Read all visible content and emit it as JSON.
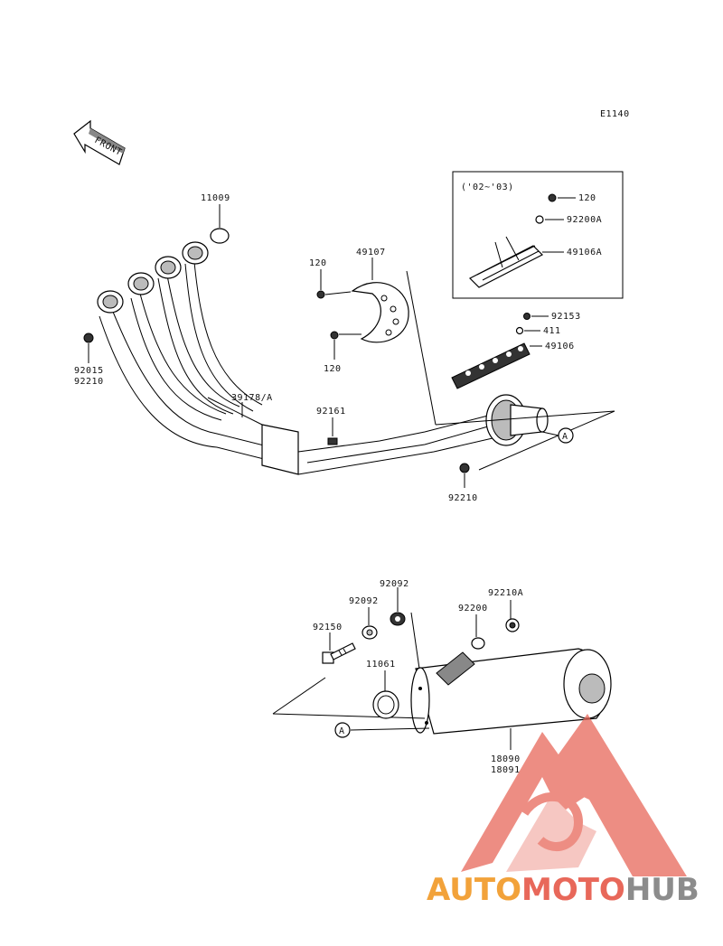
{
  "diagram_code": "E1140",
  "front_label": "FRONT",
  "inset": {
    "label": "('02~'03)"
  },
  "ref_marker": "A",
  "labels": {
    "p11009": "11009",
    "p92015": "92015",
    "p92210_a": "92210",
    "p39178": "39178/A",
    "p92161": "92161",
    "p92210_b": "92210",
    "p120_a": "120",
    "p120_b": "120",
    "p49107": "49107",
    "p120_inset": "120",
    "p92200A": "92200A",
    "p49106A": "49106A",
    "p92153": "92153",
    "p411": "411",
    "p49106": "49106",
    "p92092_a": "92092",
    "p92092_b": "92092",
    "p92210A": "92210A",
    "p92200": "92200",
    "p92150": "92150",
    "p11061": "11061",
    "p18090": "18090",
    "p18091": "18091"
  },
  "watermark": {
    "part1": "AUTO",
    "part2": "MOTO",
    "part3": "HUB"
  },
  "colors": {
    "watermark_red": "#e8685a",
    "watermark_orange": "#f2a23a",
    "watermark_grey": "#8c8c8c"
  }
}
